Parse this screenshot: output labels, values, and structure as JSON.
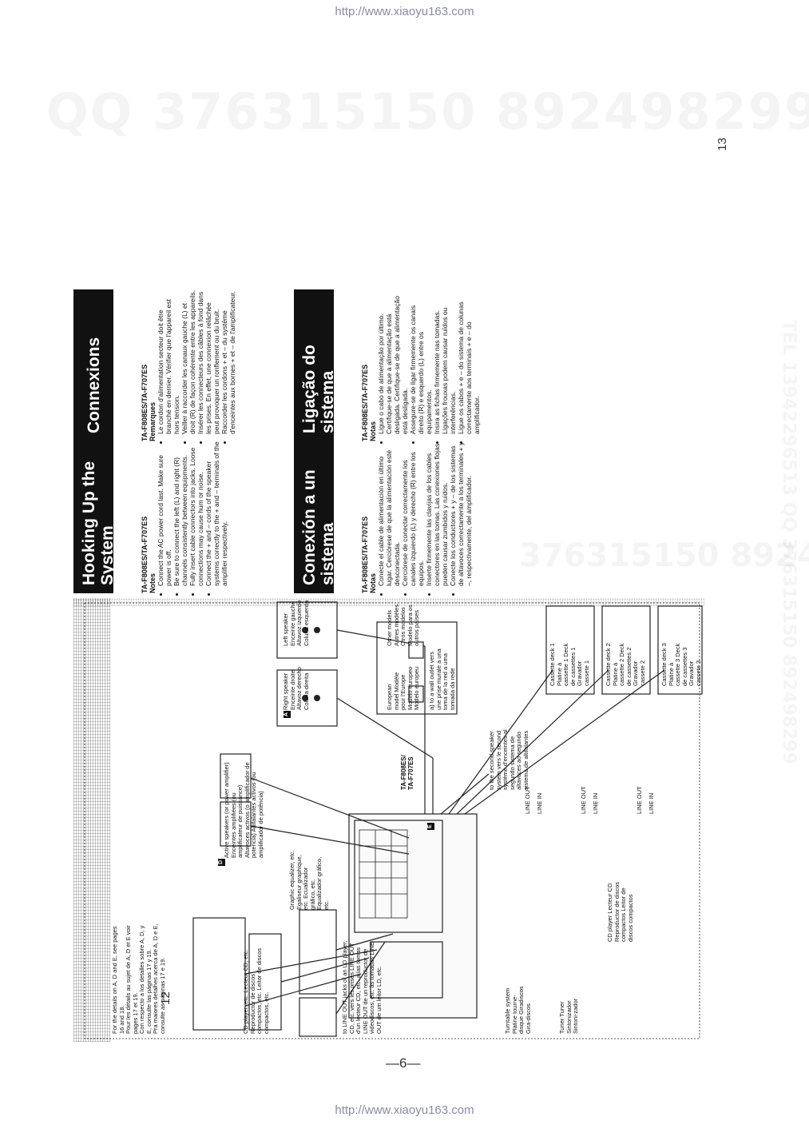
{
  "header": {
    "url_top": "http://www.xiaoyu163.com",
    "url_bottom": "http://www.xiaoyu163.com"
  },
  "watermarks": {
    "qq_big": "QQ 376315150   892498299",
    "side_tel": "TEL 13942296513  QQ 376315150  892498299",
    "mid": "376315150   892498299"
  },
  "pages": {
    "left": "12",
    "right": "13",
    "center": "—6—"
  },
  "sections": [
    {
      "title": "Hooking Up the System",
      "model": "TA-F808ES/TA-F707ES",
      "notes_label": "Notes",
      "notes": [
        "Connect the AC power cord last. Make sure power is off.",
        "Be sure to connect the left (L) and right (R) channels consistently between equipments.",
        "Fully insert cable connectors into jacks. Loose connections may cause hum or noise.",
        "Connect the + and – cords of the speaker systems correctly to the + and – terminals of the amplifier respectively."
      ]
    },
    {
      "title": "Connexions",
      "model": "TA-F808ES/TA-F707ES",
      "notes_label": "Remarques",
      "notes": [
        "Le cordon d'alimentation secteur doit être branché en dernier. Vérifier que l'appareil est hors tension.",
        "Veiller à raccorder les canaux gauche (L) et droit (R) de façon cohérente entre les appareils.",
        "Insérer les connecteurs des câbles à fond dans les prises. En effet, une connexion relâchée peut provoquer un ronflement ou du bruit.",
        "Raccorder les cordons + et – du système d'enceintes aux bornes + et – de l'amplificateur."
      ]
    },
    {
      "title": "Conexión a un sistema",
      "model": "TA-F808ES/TA-F707ES",
      "notes_label": "Notas",
      "notes": [
        "Conecte el cable de alimentación en último lugar. Cerciórese de que la alimentación esté desconectada.",
        "Cerciórese de conectar correctamente los canales izquierdo (L) y derecho (R) entre los equipos.",
        "Inserte firmemente las clavijas de los cables conectores en las tomas. Las conexiones flojas pueden causar zumbidos y ruidos.",
        "Conecte los conductores + y – de los sistemas de altavoces correctamente a los terminales + y –, respectivamente, del amplificador."
      ]
    },
    {
      "title": "Ligação do sistema",
      "model": "TA-F808ES/TA-F707ES",
      "notes_label": "Notas",
      "notes": [
        "Ligue o cabo de alimentação por último. Certifique-se de que a alimentação está desligada. Certifique-se de que a alimentação está desligada.",
        "Assegure-se de ligar firmemente os canais direito (R) e esquerdo (L) entre os equipamentos.",
        "Insira as fichas firmemente nas tomadas. Ligações frouxas podem causar ruídos ou interferências.",
        "Ligue os cabos + e – do sistema de colunas correctamente aos terminais + e – do amplificador."
      ]
    }
  ],
  "diagram": {
    "details": [
      "For the details on A, D and E, see pages 16 and 18.",
      "Pour les détails au sujet de A, D et E voir pages 17 et 19.",
      "Con respecto a los detalles sobre A, D, y E, consulte las páginas 17 y 19.",
      "Pra maiores detalhes acerca de A, D e E, consulte as páginas 17 e 19."
    ],
    "amp_model": "TA-F808ES/ TA-F707ES",
    "active_speakers": "Active speakers (or power amplifier) Enceintes amplifiées (ou amplificateur de puissance) Altavoces activos (o amplificador de potencia) Altifalantes activos (ou amplificador de potência)",
    "right_speaker": "Right speaker Enceinte droite Altavoz derecho Coluna direita",
    "left_speaker": "Left speaker Enceinte gauche Altavoz izquierdo Coluna esquerda",
    "european": "European model Modèle pour l'Europe Modelo europeo Modelo europeu",
    "other_models": "Other models Autres modèles Otros modelos Modelo para os outros países",
    "wall_outlet": "a) to a wall outlet vers une prise murale a una toma de la red a uma tomada da rede",
    "second_speaker": "to the second speaker system vers le second système d'enceintes al segundo sistema de altavoces ao segundo sistema de altifalantes",
    "cd_etc": "CD player, etc. Lecteur CD, etc. Reproductor de discos compactos, etc. Leitor de discos compactos, etc.",
    "graphic_eq": "Graphic equalizer, etc. Egaliseur graphique, etc. Ecualizador gráfico, etc. Equalizador gráfico, etc.",
    "ld_line_out": "to LINE OUT jacks of an LD player, CD, etc. vers les prises LINE OUT d'un lecteur CD, etc. a las tomas LINE OUT de un reproductor de videodiscos, etc. às tomadas LINE OUT de um leitor LD, etc.",
    "turntable": "Turntable system Platine tourne-disque Giradiscos Gira-discos",
    "tuner": "Tuner Tuner Sintonizador Sintoni-zador",
    "cd_player": "CD player Lecteur CD Reproductor de discos compactos Leitor de discos compactos",
    "deck1": "Cassette deck 1 Platine à cassette 1 Deck de cassettes 1 Gravador cassete 1",
    "deck2": "Cassette deck 2 Platine à cassette 2 Deck de cassettes 2 Gravador cassete 2",
    "deck3": "Cassette deck 3 Platine à cassette 3 Deck de cassettes 3 Gravador cassete 3",
    "line_out": "LINE OUT",
    "line_in": "LINE IN",
    "badge_a": "A",
    "badge_d": "D",
    "badge_e": "E"
  }
}
